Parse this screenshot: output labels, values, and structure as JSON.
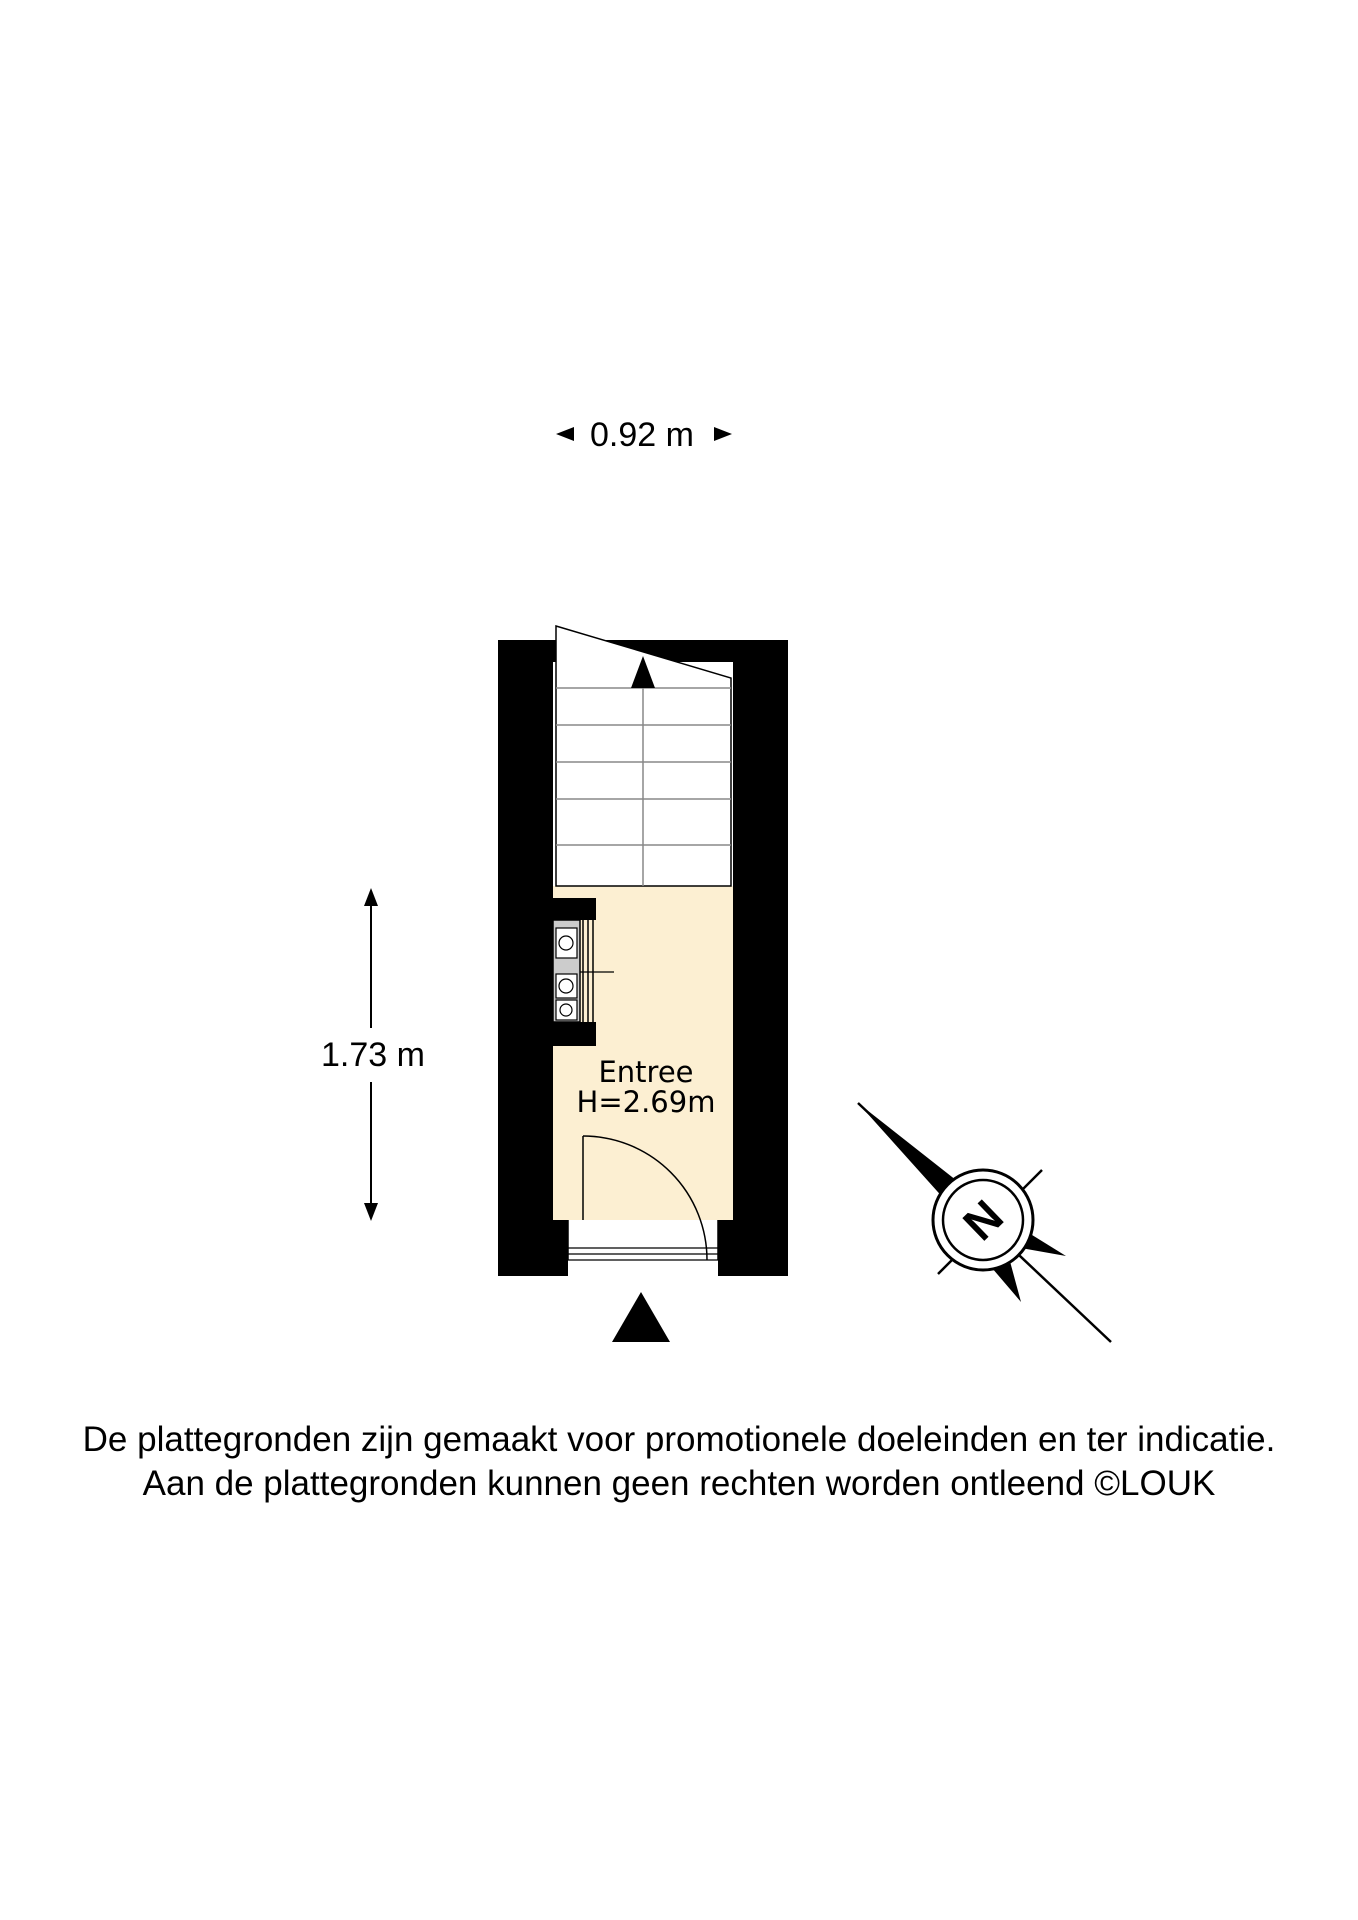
{
  "dimensions": {
    "width_label": "0.92 m",
    "height_label": "1.73 m"
  },
  "room": {
    "name": "Entree",
    "height_label": "H=2.69m"
  },
  "compass": {
    "letter": "N"
  },
  "disclaimer": {
    "line1": "De plattegronden zijn gemaakt voor promotionele doeleinden en ter indicatie.",
    "line2": "Aan de plattegronden kunnen geen rechten worden ontleend ©LOUK"
  },
  "colors": {
    "room_fill": "#fcefd2",
    "wall": "#000000",
    "fixture": "#cccccc"
  }
}
